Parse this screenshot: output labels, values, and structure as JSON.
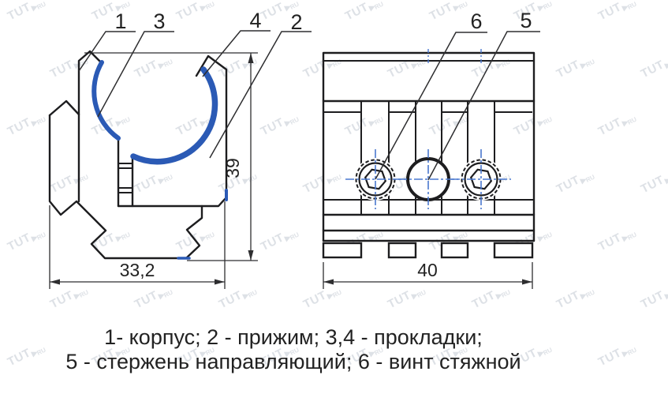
{
  "colors": {
    "outline": "#1d1d1f",
    "gasket": "#2b5ab5",
    "centerline": "#4a78cf",
    "dimension": "#2e2e30",
    "text": "#222222",
    "watermark": "#c3c9d2"
  },
  "caption": {
    "line1": "1- корпус; 2 - прижим; 3,4 - прокладки;",
    "line2": "5 - стержень направляющий; 6 - винт стяжной"
  },
  "left_view": {
    "callouts": [
      {
        "label": "1"
      },
      {
        "label": "3"
      },
      {
        "label": "4"
      },
      {
        "label": "2"
      }
    ],
    "dimensions": {
      "width": "33,2",
      "height": "39"
    }
  },
  "right_view": {
    "callouts": [
      {
        "label": "6"
      },
      {
        "label": "5"
      }
    ],
    "dimensions": {
      "width": "40"
    }
  },
  "watermark": {
    "text": "TUT",
    "sub": "RU"
  }
}
